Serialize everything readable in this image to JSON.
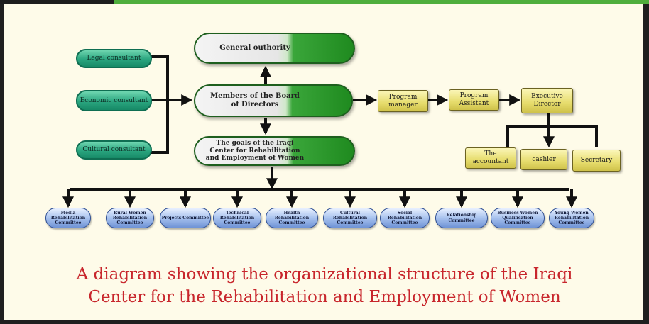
{
  "diagram": {
    "consultants": [
      "Legal consultant",
      "Economic consultant",
      "Cultural consultant"
    ],
    "general_authority": "General outhority",
    "board": "Members of the Board of Directors",
    "goals": "The goals of the Iraqi Center for Rehabilitation and Employment of Women",
    "staff_chain": [
      "Program manager",
      "Program Assistant",
      "Executive Director"
    ],
    "executive_staff": [
      "The accountant",
      "cashier",
      "Secretary"
    ],
    "committees": [
      "Media Rehabilitation Committee",
      "Rural Women Rehabilitation Committee",
      "Projects Committee",
      "Technical Rehabilitation Committee",
      "Health Rehabilitation Committee",
      "Cultural Rehabilitation Committee",
      "Social Rehabilitation Committee",
      "Relationship Committee",
      "Business Women Qualification Committee",
      "Young Women Rehabilitation Committee"
    ]
  },
  "caption": {
    "line1": "A diagram showing the organizational structure of the Iraqi",
    "line2": "Center for the Rehabilitation and Employment of Women"
  },
  "colors": {
    "caption": "#c8262c",
    "consultant": "#2aa57f",
    "pill_accent": "#1f8a1f",
    "staff": "#e6dc6c",
    "committee": "#a8c2ee",
    "connector": "#111111"
  }
}
